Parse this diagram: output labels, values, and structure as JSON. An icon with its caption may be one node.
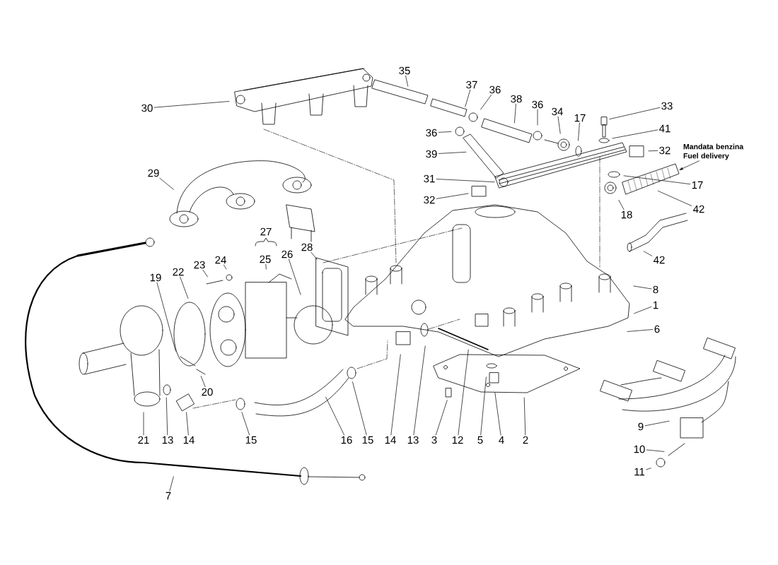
{
  "diagram": {
    "nodes": [
      {
        "text": [
          "35"
        ]
      },
      {
        "text": [
          "37"
        ]
      },
      {
        "text": [
          "36"
        ]
      },
      {
        "text": [
          "38"
        ]
      },
      {
        "text": [
          "36"
        ]
      },
      {
        "text": [
          "30"
        ]
      },
      {
        "text": [
          "33"
        ]
      },
      {
        "text": [
          "34"
        ]
      },
      {
        "text": [
          "17"
        ]
      },
      {
        "text": [
          "36"
        ]
      },
      {
        "text": [
          "41"
        ]
      },
      {
        "text": [
          "32"
        ]
      },
      {
        "text": [
          "Mandata benzina Fuel delivery"
        ]
      },
      {
        "text": [
          "39"
        ]
      },
      {
        "text": [
          "29"
        ]
      },
      {
        "text": [
          "31"
        ]
      },
      {
        "text": [
          "17"
        ]
      },
      {
        "text": [
          "32"
        ]
      },
      {
        "text": [
          "42"
        ]
      },
      {
        "text": [
          "18"
        ]
      },
      {
        "text": [
          "28"
        ]
      },
      {
        "text": [
          "25"
        ]
      },
      {
        "text": [
          "26"
        ]
      },
      {
        "text": [
          "42"
        ]
      },
      {
        "text": [
          "24"
        ]
      },
      {
        "text": [
          "23"
        ]
      },
      {
        "text": [
          "22"
        ]
      },
      {
        "text": [
          "19"
        ]
      },
      {
        "text": [
          "8"
        ]
      },
      {
        "text": [
          "1"
        ]
      },
      {
        "text": [
          "6"
        ]
      },
      {
        "text": [
          "20"
        ]
      },
      {
        "text": [
          "9"
        ]
      },
      {
        "text": [
          "21"
        ]
      },
      {
        "text": [
          "13"
        ]
      },
      {
        "text": [
          "14"
        ]
      },
      {
        "text": [
          "15"
        ]
      },
      {
        "text": [
          "16"
        ]
      },
      {
        "text": [
          "15"
        ]
      },
      {
        "text": [
          "14"
        ]
      },
      {
        "text": [
          "13"
        ]
      },
      {
        "text": [
          "3"
        ]
      },
      {
        "text": [
          "12"
        ]
      },
      {
        "text": [
          "5"
        ]
      },
      {
        "text": [
          "4"
        ]
      },
      {
        "text": [
          "2"
        ]
      },
      {
        "text": [
          "10"
        ]
      },
      {
        "text": [
          "11"
        ]
      },
      {
        "text": [
          "7"
        ]
      }
    ],
    "edges": [
      {
        "from": 0,
        "to": null,
        "arrow": "none"
      },
      {
        "from": 1,
        "to": null,
        "arrow": "none"
      },
      {
        "from": 2,
        "to": null,
        "arrow": "none"
      },
      {
        "from": 3,
        "to": null,
        "arrow": "none"
      },
      {
        "from": 4,
        "to": null,
        "arrow": "none"
      },
      {
        "from": 5,
        "to": null,
        "arrow": "none"
      },
      {
        "from": 6,
        "to": null,
        "arrow": "none"
      },
      {
        "from": 7,
        "to": null,
        "arrow": "none"
      },
      {
        "from": 8,
        "to": null,
        "arrow": "none"
      },
      {
        "from": 9,
        "to": null,
        "arrow": "none"
      },
      {
        "from": 10,
        "to": null,
        "arrow": "none"
      },
      {
        "from": 11,
        "to": null,
        "arrow": "none"
      },
      {
        "from": 12,
        "to": null,
        "arrow": "to"
      },
      {
        "from": 13,
        "to": null,
        "arrow": "none"
      },
      {
        "from": 14,
        "to": null,
        "arrow": "none"
      },
      {
        "from": 15,
        "to": null,
        "arrow": "none"
      },
      {
        "from": 16,
        "to": null,
        "arrow": "none"
      },
      {
        "from": 17,
        "to": null,
        "arrow": "none"
      },
      {
        "from": 18,
        "to": null,
        "arrow": "none"
      },
      {
        "from": 19,
        "to": null,
        "arrow": "none"
      },
      {
        "from": 20,
        "to": null,
        "arrow": "none"
      },
      {
        "from": 21,
        "to": null,
        "arrow": "none"
      },
      {
        "from": 22,
        "to": null,
        "arrow": "none"
      },
      {
        "from": 23,
        "to": null,
        "arrow": "none"
      },
      {
        "from": 24,
        "to": null,
        "arrow": "none"
      },
      {
        "from": 25,
        "to": null,
        "arrow": "none"
      },
      {
        "from": 26,
        "to": null,
        "arrow": "none"
      },
      {
        "from": 27,
        "to": null,
        "arrow": "none"
      },
      {
        "from": 28,
        "to": null,
        "arrow": "none"
      },
      {
        "from": 29,
        "to": null,
        "arrow": "none"
      },
      {
        "from": 30,
        "to": null,
        "arrow": "none"
      },
      {
        "from": 31,
        "to": null,
        "arrow": "none"
      },
      {
        "from": 32,
        "to": null,
        "arrow": "none"
      },
      {
        "from": 33,
        "to": null,
        "arrow": "none"
      },
      {
        "from": 34,
        "to": null,
        "arrow": "none"
      },
      {
        "from": 35,
        "to": null,
        "arrow": "none"
      },
      {
        "from": 36,
        "to": null,
        "arrow": "none"
      },
      {
        "from": 37,
        "to": null,
        "arrow": "none"
      },
      {
        "from": 38,
        "to": null,
        "arrow": "none"
      },
      {
        "from": 39,
        "to": null,
        "arrow": "none"
      },
      {
        "from": 40,
        "to": null,
        "arrow": "none"
      },
      {
        "from": 41,
        "to": null,
        "arrow": "none"
      },
      {
        "from": 42,
        "to": null,
        "arrow": "none"
      },
      {
        "from": 43,
        "to": null,
        "arrow": "none"
      },
      {
        "from": 44,
        "to": null,
        "arrow": "none"
      },
      {
        "from": 45,
        "to": null,
        "arrow": "none"
      },
      {
        "from": 46,
        "to": null,
        "arrow": "none"
      },
      {
        "from": 47,
        "to": null,
        "arrow": "none"
      },
      {
        "from": 48,
        "to": null,
        "arrow": "none"
      }
    ],
    "labels": [
      "27"
    ]
  }
}
